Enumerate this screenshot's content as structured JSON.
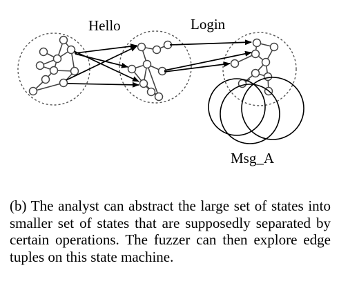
{
  "diagram": {
    "labels": {
      "hello": "Hello",
      "login": "Login",
      "msg_a": "Msg_A"
    }
  },
  "caption": {
    "text": "(b) The analyst can abstract the large set of states into smaller set of states that are supposedly separated by certain operations. The fuzzer can then explore edge tuples on this state machine."
  }
}
